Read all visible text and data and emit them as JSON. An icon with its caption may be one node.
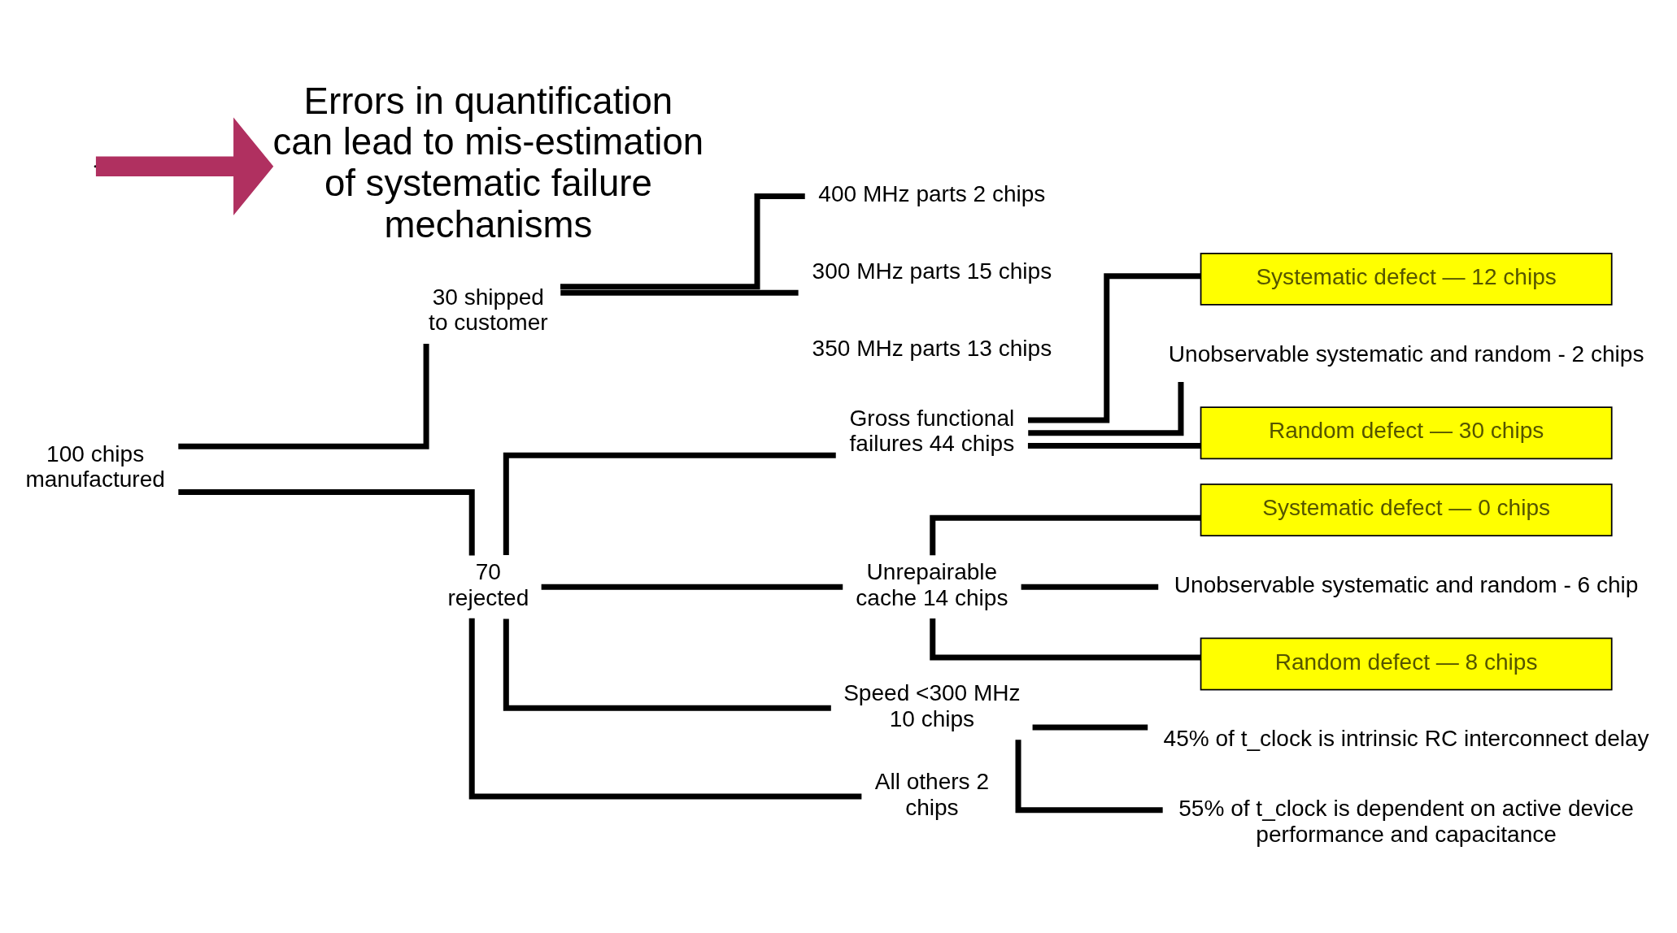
{
  "diagram": {
    "nodes": [
      {
        "text": [
          "100 chips manufactured"
        ]
      },
      {
        "text": [
          "30 shipped to customer"
        ]
      },
      {
        "text": [
          "400 MHz parts 2 chips"
        ]
      },
      {
        "text": [
          "300 MHz parts 15 chips"
        ]
      },
      {
        "text": [
          "70 rejected"
        ]
      },
      {
        "text": [
          "Gross functional failures 44 chips"
        ]
      },
      {
        "text": [
          "Systematic defect — 12 chips"
        ]
      },
      {
        "text": [
          "Unobservable systematic and random - 2 chips"
        ]
      },
      {
        "text": [
          "Random defect — 30 chips"
        ]
      },
      {
        "text": [
          "Unrepairable cache 14 chips"
        ]
      },
      {
        "text": [
          "Systematic defect — 0 chips"
        ]
      },
      {
        "text": [
          "Unobservable systematic and random - 6 chip"
        ]
      },
      {
        "text": [
          "Random defect — 8 chips"
        ]
      },
      {
        "text": [
          "Speed <300 MHz 10 chips"
        ]
      },
      {
        "text": [
          "45% of t_clock is intrinsic RC interconnect delay"
        ]
      },
      {
        "text": [
          "55% of t_clock is dependent on active device performance and capacitance"
        ]
      },
      {
        "text": [
          "All others 2 chips"
        ]
      },
      {
        "text": [
          "Errors in quantification can lead to mis-estimation of systematic failure mechanisms"
        ]
      }
    ],
    "edges": [
      {
        "from": 0,
        "to": 1,
        "arrow": "none"
      },
      {
        "from": 0,
        "to": 4,
        "arrow": "none"
      },
      {
        "from": 1,
        "to": 2,
        "arrow": "none"
      },
      {
        "from": 1,
        "to": 3,
        "arrow": "none"
      },
      {
        "from": 4,
        "to": 5,
        "arrow": "none"
      },
      {
        "from": 4,
        "to": 9,
        "arrow": "none"
      },
      {
        "from": 4,
        "to": 13,
        "arrow": "none"
      },
      {
        "from": 4,
        "to": 16,
        "arrow": "none"
      },
      {
        "from": 5,
        "to": 6,
        "arrow": "none"
      },
      {
        "from": 5,
        "to": 7,
        "arrow": "none"
      },
      {
        "from": 5,
        "to": 8,
        "arrow": "none"
      },
      {
        "from": 9,
        "to": 10,
        "arrow": "none"
      },
      {
        "from": 9,
        "to": 11,
        "arrow": "none"
      },
      {
        "from": 9,
        "to": 12,
        "arrow": "none"
      },
      {
        "from": 13,
        "to": 14,
        "arrow": "none"
      },
      {
        "from": 13,
        "to": 15,
        "arrow": "none"
      },
      {
        "from": null,
        "to": 17,
        "arrow": "to",
        "style": "thick",
        "color": "#b03060"
      }
    ],
    "labels": [
      "350 MHz parts 13 chips"
    ]
  }
}
